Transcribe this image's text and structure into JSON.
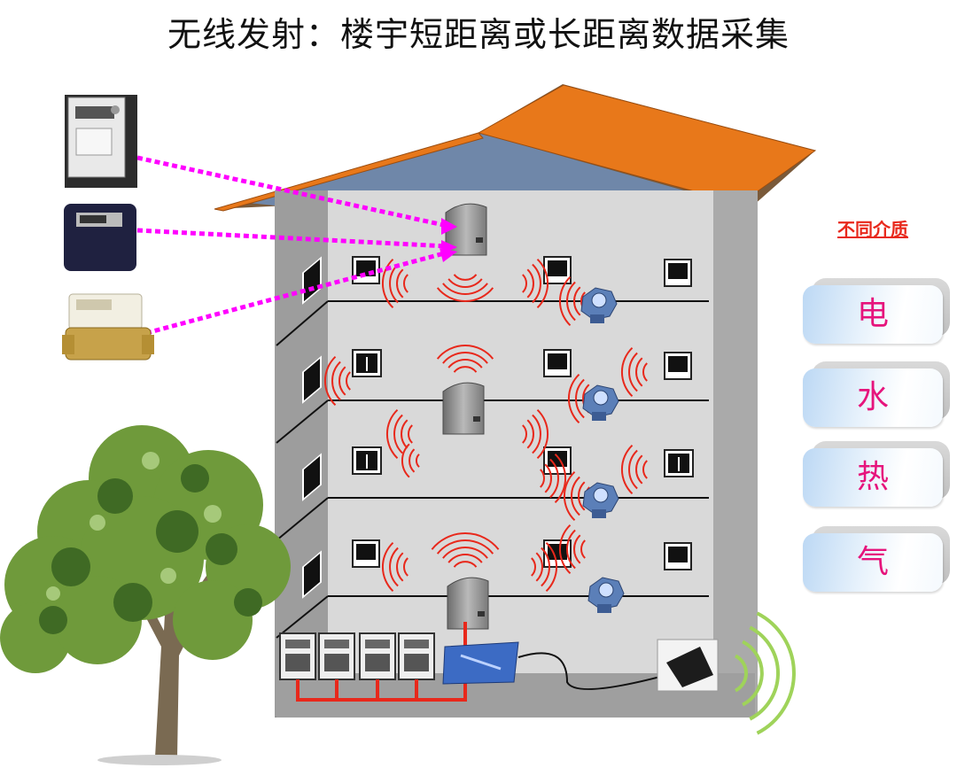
{
  "title": "无线发射：楼宇短距离或长距离数据采集",
  "media": {
    "heading": "不同介质",
    "items": [
      "电",
      "水",
      "热",
      "气"
    ]
  },
  "colors": {
    "signal_arc": "#e8281b",
    "link_dotted": "#ff00ff",
    "roof_front": "#e8781a",
    "roof_back": "#6f87a9",
    "media_text": "#e6147c",
    "gprs_wave": "#9fd35a"
  }
}
